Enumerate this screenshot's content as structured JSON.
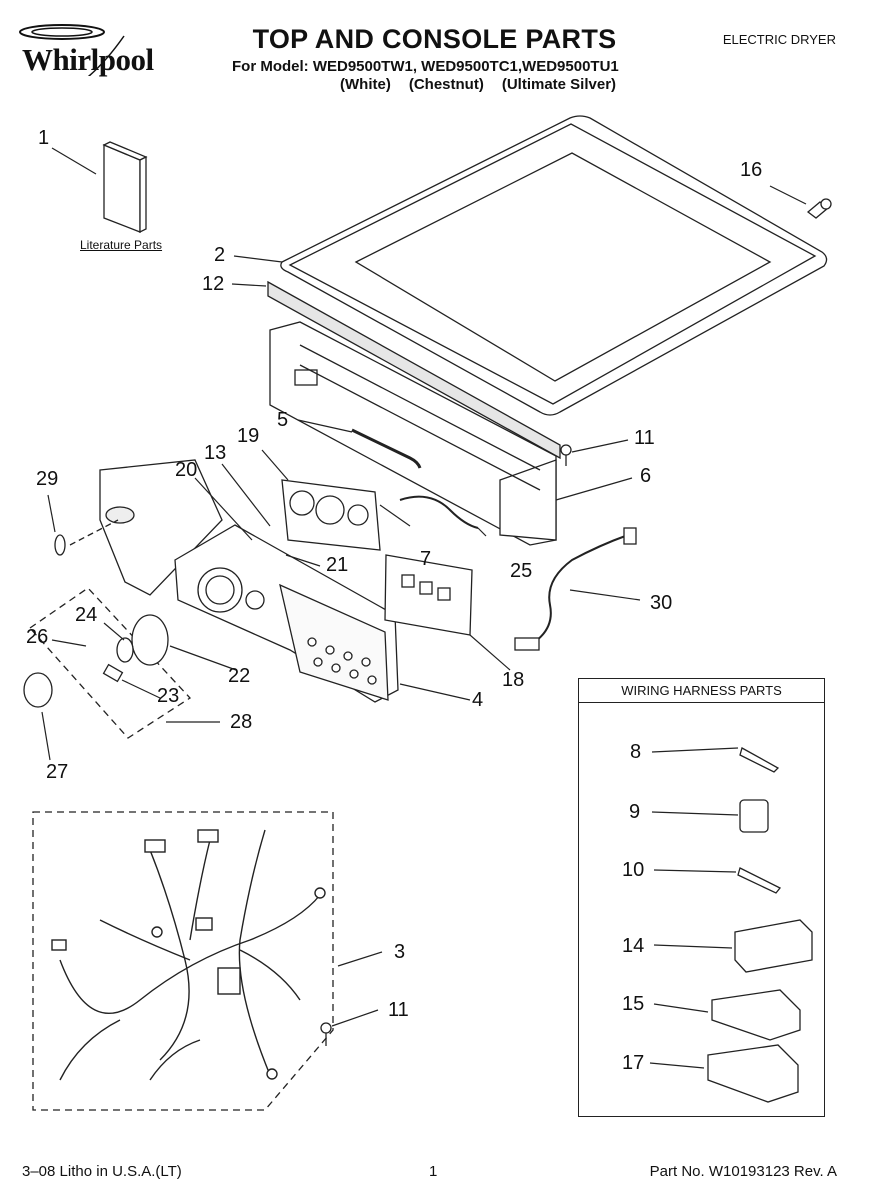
{
  "brand": "Whirlpool",
  "title": "TOP AND CONSOLE PARTS",
  "model_line": "For Model: WED9500TW1, WED9500TC1,WED9500TU1",
  "model_colors": [
    "(White)",
    "(Chestnut)",
    "(Ultimate Silver)"
  ],
  "product_type": "ELECTRIC DRYER",
  "literature_label": "Literature Parts",
  "wiring_box_title": "WIRING HARNESS PARTS",
  "callouts": {
    "c1": "1",
    "c2": "2",
    "c12": "12",
    "c16": "16",
    "c5": "5",
    "c11a": "11",
    "c6": "6",
    "c19": "19",
    "c13": "13",
    "c20": "20",
    "c29": "29",
    "c7": "7",
    "c21": "21",
    "c25": "25",
    "c30": "30",
    "c24": "24",
    "c26": "26",
    "c22": "22",
    "c18": "18",
    "c23": "23",
    "c4": "4",
    "c28": "28",
    "c27": "27",
    "c3": "3",
    "c11b": "11",
    "c8": "8",
    "c9": "9",
    "c10": "10",
    "c14": "14",
    "c15": "15",
    "c17": "17"
  },
  "footer": {
    "litho": "3–08 Litho in U.S.A.(LT)",
    "page": "1",
    "part_no": "Part No. W10193123 Rev. A"
  }
}
